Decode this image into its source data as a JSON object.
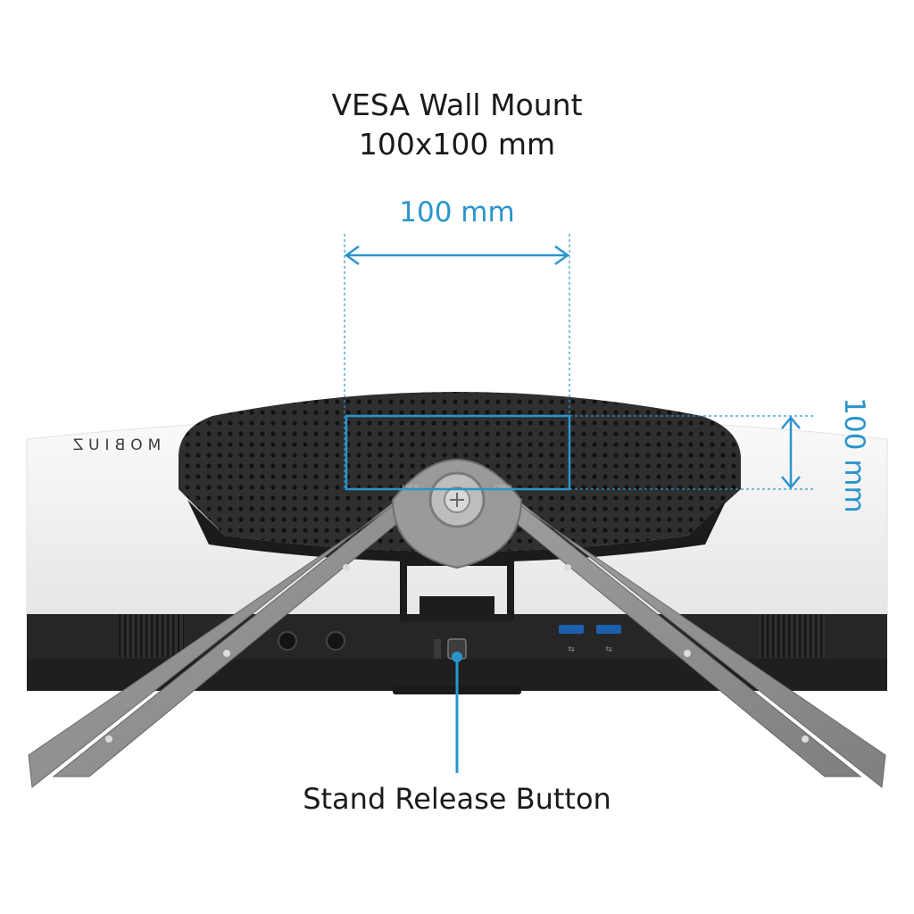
{
  "title": {
    "line1": "VESA Wall Mount",
    "line2": "100x100 mm"
  },
  "dimensions": {
    "horizontal": "100 mm",
    "vertical": "100 mm"
  },
  "callout": {
    "stand_release": "Stand Release Button"
  },
  "monitor": {
    "brand": "MOBIUZ",
    "hinge_left": "LOCK",
    "hinge_right": "OPEN"
  },
  "colors": {
    "accent": "#2a95cc",
    "monitor_body": "#f4f4f4",
    "vent_panel": "#2d2d2d",
    "stand": "#8e8e8e"
  }
}
